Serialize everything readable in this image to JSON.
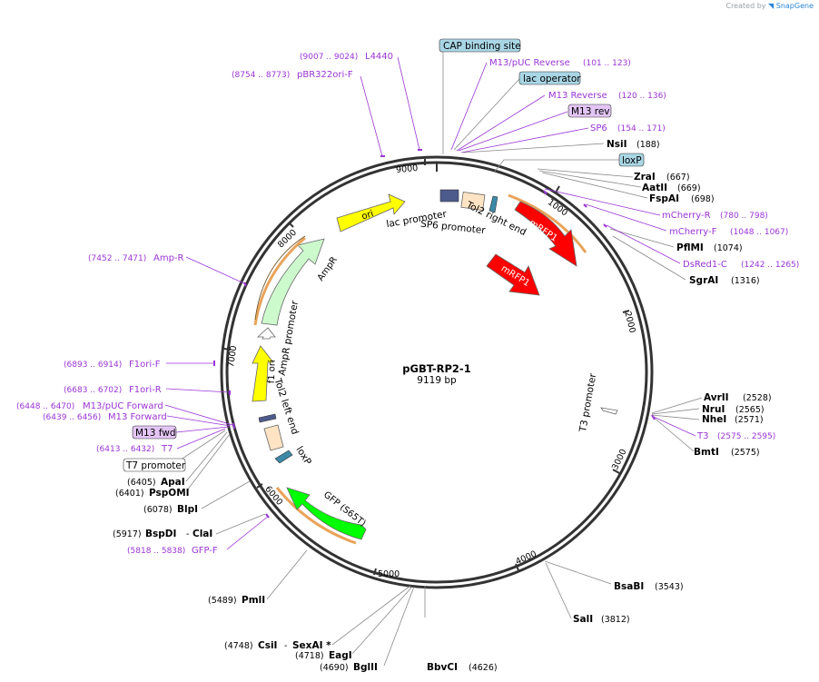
{
  "credit": {
    "prefix": "Created by",
    "brand": "SnapGene"
  },
  "plasmid": {
    "name": "pGBT-RP2-1",
    "size": "9119 bp"
  },
  "colors": {
    "backbone": "#333333",
    "enzyme_line": "#888888",
    "primer": "#9b35d6",
    "boxed_feature": "#a9d6e5",
    "primer_box": "#e3c5f5",
    "ori": "#ffff00",
    "ampr": "#cdfacd",
    "mrfp1": "#ff0000",
    "gfp": "#00ff00",
    "tol2": "#ffe4c4",
    "orf": "#e8a35a"
  },
  "ticks": [
    "1000",
    "2000",
    "3000",
    "4000",
    "5000",
    "6000",
    "7000",
    "8000",
    "9000"
  ],
  "enzymes": [
    {
      "name": "NsiI",
      "pos": "(188)"
    },
    {
      "name": "ZraI",
      "pos": "(667)"
    },
    {
      "name": "AatII",
      "pos": "(669)"
    },
    {
      "name": "FspAI",
      "pos": "(698)"
    },
    {
      "name": "PflMI",
      "pos": "(1074)"
    },
    {
      "name": "SgrAI",
      "pos": "(1316)"
    },
    {
      "name": "AvrII",
      "pos": "(2528)"
    },
    {
      "name": "NruI",
      "pos": "(2565)"
    },
    {
      "name": "NheI",
      "pos": "(2571)"
    },
    {
      "name": "BmtI",
      "pos": "(2575)"
    },
    {
      "name": "BsaBI",
      "pos": "(3543)"
    },
    {
      "name": "SalI",
      "pos": "(3812)"
    },
    {
      "name": "BbvCI",
      "pos": "(4626)"
    },
    {
      "name": "BglII",
      "pos": "(4690)"
    },
    {
      "name": "EagI",
      "pos": "(4718)"
    },
    {
      "name": "CsiI",
      "pos": "(4748)"
    },
    {
      "name": "SexAI *",
      "pos": ""
    },
    {
      "name": "PmlI",
      "pos": "(5489)"
    },
    {
      "name": "BspDI",
      "pos": "(5917)"
    },
    {
      "name": "ClaI",
      "pos": ""
    },
    {
      "name": "BlpI",
      "pos": "(6078)"
    },
    {
      "name": "PspOMI",
      "pos": "(6401)"
    },
    {
      "name": "ApaI",
      "pos": "(6405)"
    }
  ],
  "primers": [
    {
      "name": "L4440",
      "pos": "(9007 .. 9024)"
    },
    {
      "name": "pBR322ori-F",
      "pos": "(8754 .. 8773)"
    },
    {
      "name": "M13/pUC Reverse",
      "pos": "(101 .. 123)"
    },
    {
      "name": "M13 Reverse",
      "pos": "(120 .. 136)"
    },
    {
      "name": "SP6",
      "pos": "(154 .. 171)"
    },
    {
      "name": "mCherry-R",
      "pos": "(780 .. 798)"
    },
    {
      "name": "mCherry-F",
      "pos": "(1048 .. 1067)"
    },
    {
      "name": "DsRed1-C",
      "pos": "(1242 .. 1265)"
    },
    {
      "name": "T3",
      "pos": "(2575 .. 2595)"
    },
    {
      "name": "GFP-F",
      "pos": "(5818 .. 5838)"
    },
    {
      "name": "T7",
      "pos": "(6413 .. 6432)"
    },
    {
      "name": "M13 Forward",
      "pos": "(6439 .. 6456)"
    },
    {
      "name": "M13/pUC Forward",
      "pos": "(6448 .. 6470)"
    },
    {
      "name": "F1ori-R",
      "pos": "(6683 .. 6702)"
    },
    {
      "name": "F1ori-F",
      "pos": "(6893 .. 6914)"
    },
    {
      "name": "Amp-R",
      "pos": "(7452 .. 7471)"
    }
  ],
  "boxed_features": {
    "cap": "CAP binding site",
    "lac_operator": "lac operator",
    "m13_rev": "M13 rev",
    "loxp": "loxP",
    "m13_fwd": "M13 fwd",
    "t7_promoter": "T7 promoter"
  },
  "feature_labels": {
    "lac_promoter": "lac promoter",
    "sp6_promoter": "SP6 promoter",
    "tol2_right": "Tol2 right end",
    "t3_promoter": "T3 promoter",
    "loxp_inner": "loxP",
    "tol2_left": "Tol2 left end",
    "ampr_promoter": "AmpR promoter",
    "ampr": "AmpR",
    "ori": "ori",
    "f1ori": "f1 ori",
    "mrfp1_a": "mRFP1",
    "mrfp1_b": "mRFP1",
    "gfp": "GFP (S65T)"
  }
}
